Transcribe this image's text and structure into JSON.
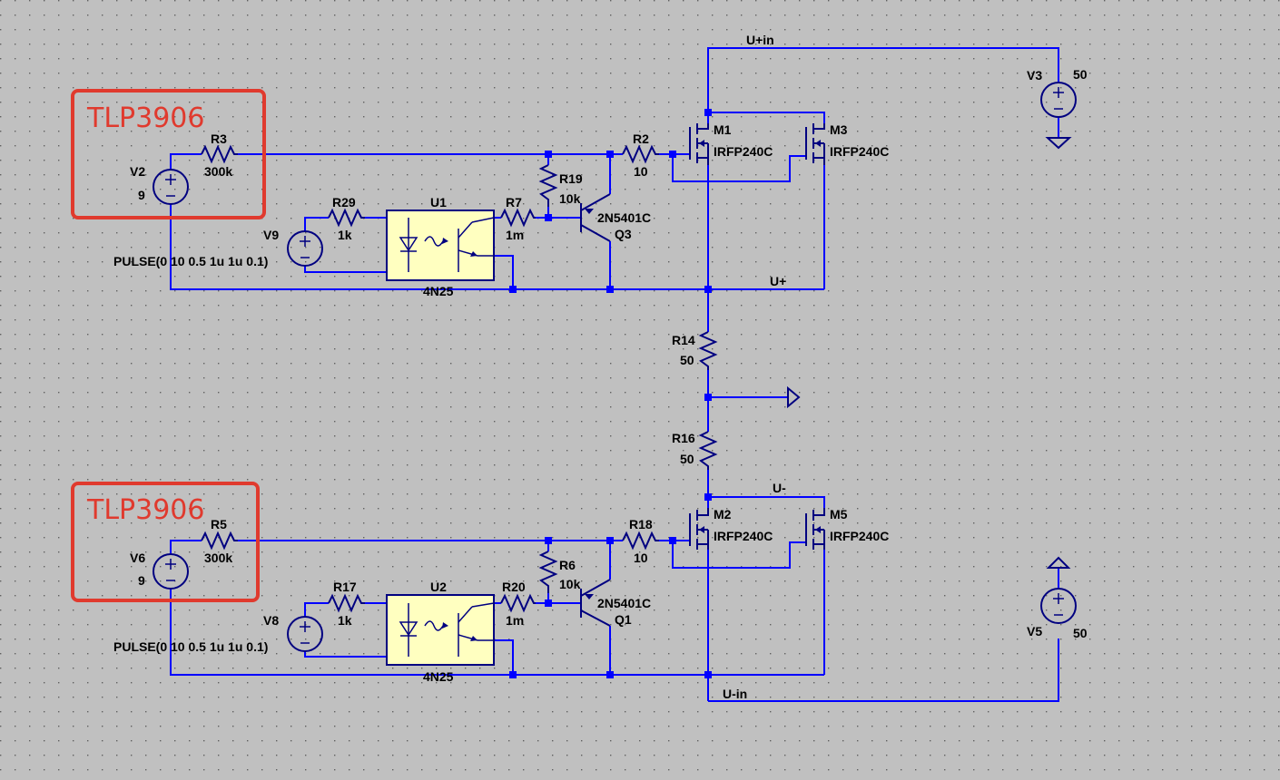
{
  "annotations": [
    {
      "id": "top",
      "text": "TLP3906"
    },
    {
      "id": "bottom",
      "text": "TLP3906"
    }
  ],
  "nets": {
    "u_plus_in": "U+in",
    "u_plus": "U+",
    "u_minus": "U-",
    "u_minus_in": "U-in"
  },
  "components": {
    "V2": {
      "name": "V2",
      "value": "9"
    },
    "V6": {
      "name": "V6",
      "value": "9"
    },
    "R3": {
      "name": "R3",
      "value": "300k"
    },
    "R5": {
      "name": "R5",
      "value": "300k"
    },
    "V9": {
      "name": "V9",
      "value": "PULSE(0 10 0.5 1u 1u 0.1)"
    },
    "V8": {
      "name": "V8",
      "value": "PULSE(0 10 0.5 1u 1u 0.1)"
    },
    "R29": {
      "name": "R29",
      "value": "1k"
    },
    "R17": {
      "name": "R17",
      "value": "1k"
    },
    "U1": {
      "name": "U1",
      "value": "4N25"
    },
    "U2": {
      "name": "U2",
      "value": "4N25"
    },
    "R7": {
      "name": "R7",
      "value": "1m"
    },
    "R20": {
      "name": "R20",
      "value": "1m"
    },
    "R19": {
      "name": "R19",
      "value": "10k"
    },
    "R6": {
      "name": "R6",
      "value": "10k"
    },
    "Q3": {
      "name": "Q3",
      "value": "2N5401C"
    },
    "Q1": {
      "name": "Q1",
      "value": "2N5401C"
    },
    "R2": {
      "name": "R2",
      "value": "10"
    },
    "R18": {
      "name": "R18",
      "value": "10"
    },
    "M1": {
      "name": "M1",
      "value": "IRFP240C"
    },
    "M3": {
      "name": "M3",
      "value": "IRFP240C"
    },
    "M2": {
      "name": "M2",
      "value": "IRFP240C"
    },
    "M5": {
      "name": "M5",
      "value": "IRFP240C"
    },
    "R14": {
      "name": "R14",
      "value": "50"
    },
    "R16": {
      "name": "R16",
      "value": "50"
    },
    "V3": {
      "name": "V3",
      "value": "50"
    },
    "V5": {
      "name": "V5",
      "value": "50"
    }
  },
  "colors": {
    "background": "#c0c0c0",
    "wire": "#0000ff",
    "symbol": "#000080",
    "optocoupler_fill": "#ffffc0",
    "annotation": "#e03a2e"
  }
}
